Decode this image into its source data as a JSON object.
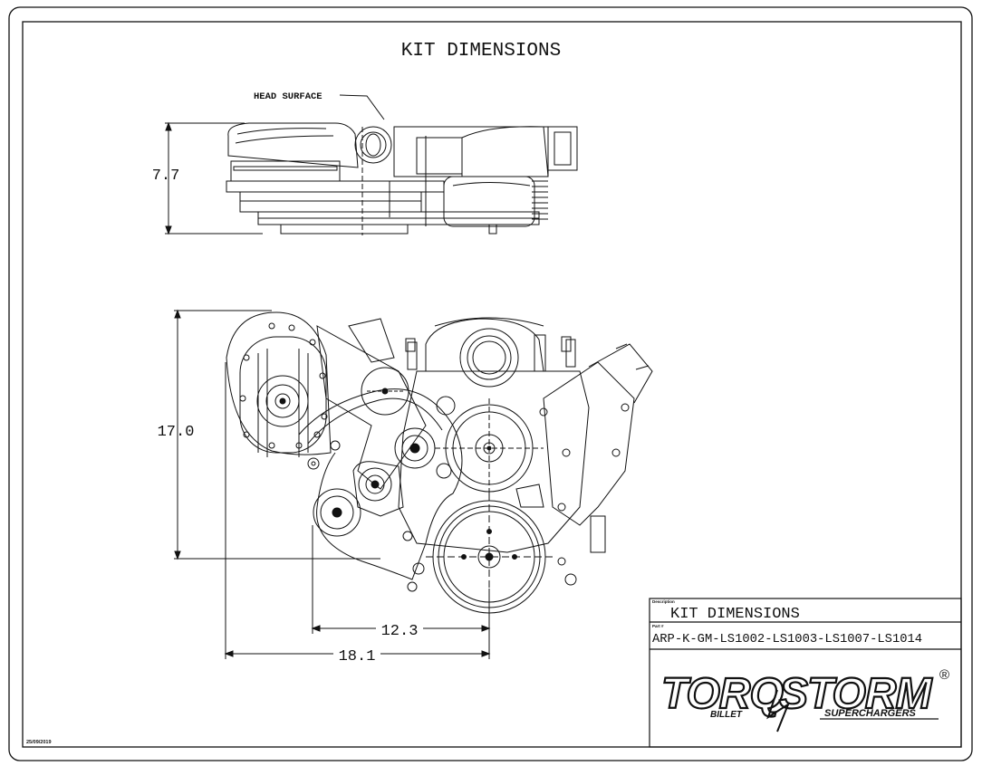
{
  "sheet": {
    "title": "KIT DIMENSIONS",
    "date": "25/09/2019"
  },
  "top_view": {
    "callout": "HEAD SURFACE",
    "height_dim": "7.7"
  },
  "front_view": {
    "height_dim": "17.0",
    "width_dim_inner": "12.3",
    "width_dim_outer": "18.1"
  },
  "title_block": {
    "description_label": "Description",
    "description": "KIT DIMENSIONS",
    "part_label": "Part #",
    "part_number": "ARP-K-GM-LS1002-LS1003-LS1007-LS1014",
    "logo": {
      "brand_a": "TORQ",
      "brand_b": "STORM",
      "sub_a": "BILLET",
      "sub_b": "SUPERCHARGERS",
      "mark": "®"
    }
  },
  "colors": {
    "ink": "#111111",
    "paper": "#ffffff"
  }
}
